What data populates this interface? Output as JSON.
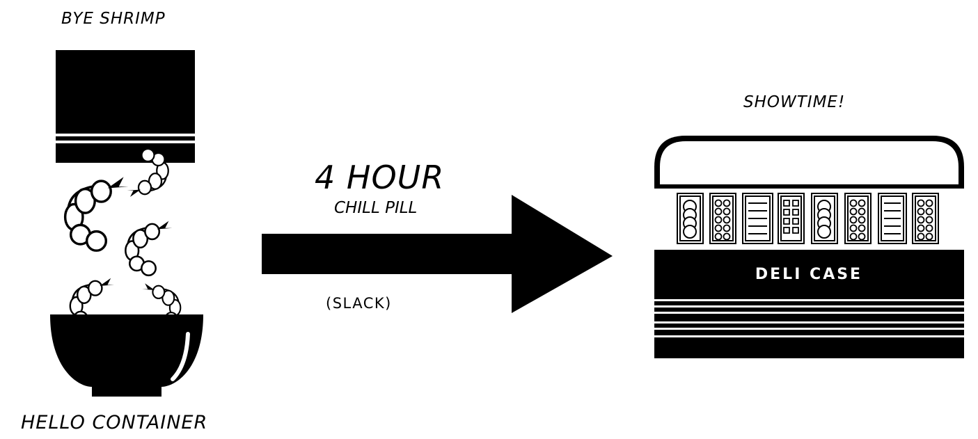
{
  "labels": {
    "top_left": "BYE SHRIMP",
    "bottom_left": "HELLO CONTAINER",
    "top_right": "SHOWTIME!",
    "arrow_main": "4 HOUR",
    "arrow_sub": "CHILL PILL",
    "arrow_note": "(SLACK)",
    "case_label": "DELI CASE"
  },
  "icons": {
    "bag": "shrimp-bag-icon",
    "shrimp": "shrimp-icon",
    "bowl": "bowl-icon",
    "arrow": "right-arrow-icon",
    "deli_case": "deli-case-icon"
  },
  "colors": {
    "ink": "#000000",
    "paper": "#ffffff"
  }
}
